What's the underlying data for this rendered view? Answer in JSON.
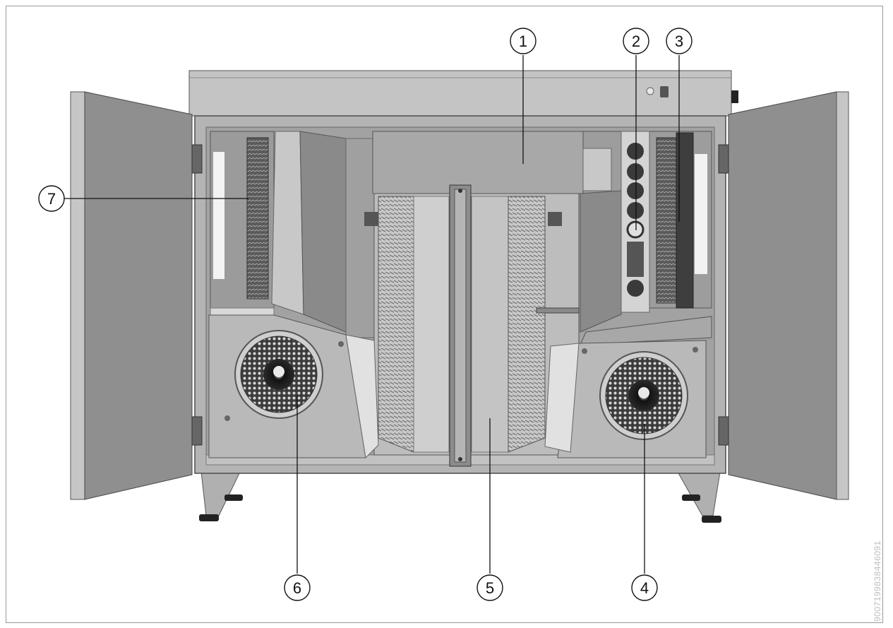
{
  "figure": {
    "doc_code": "9007199838446091",
    "callouts": {
      "c1": "1",
      "c2": "2",
      "c3": "3",
      "c4": "4",
      "c5": "5",
      "c6": "6",
      "c7": "7"
    }
  },
  "colors": {
    "door": "#8d8d8d",
    "door_edge": "#c9c9c9",
    "cabinet": "#b7b7b7",
    "panel_light": "#d6d6d6",
    "panel_dark": "#7a7a7a",
    "filter_dark": "#4a4a4a",
    "line": "#111111"
  }
}
